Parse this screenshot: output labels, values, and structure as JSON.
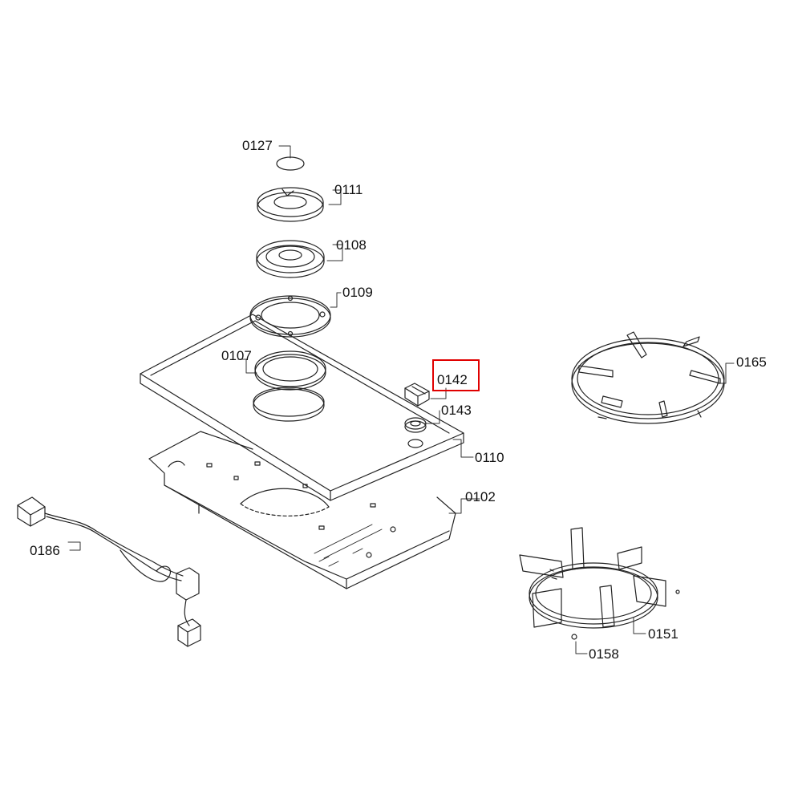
{
  "highlight": {
    "part": "0142",
    "color": "#e00000"
  },
  "labels": {
    "p0127": "0127",
    "p0111": "0111",
    "p0108": "0108",
    "p0109": "0109",
    "p0107": "0107",
    "p0142": "0142",
    "p0143": "0143",
    "p0110": "0110",
    "p0165": "0165",
    "p0102": "0102",
    "p0186": "0186",
    "p0151": "0151",
    "p0158": "0158"
  }
}
